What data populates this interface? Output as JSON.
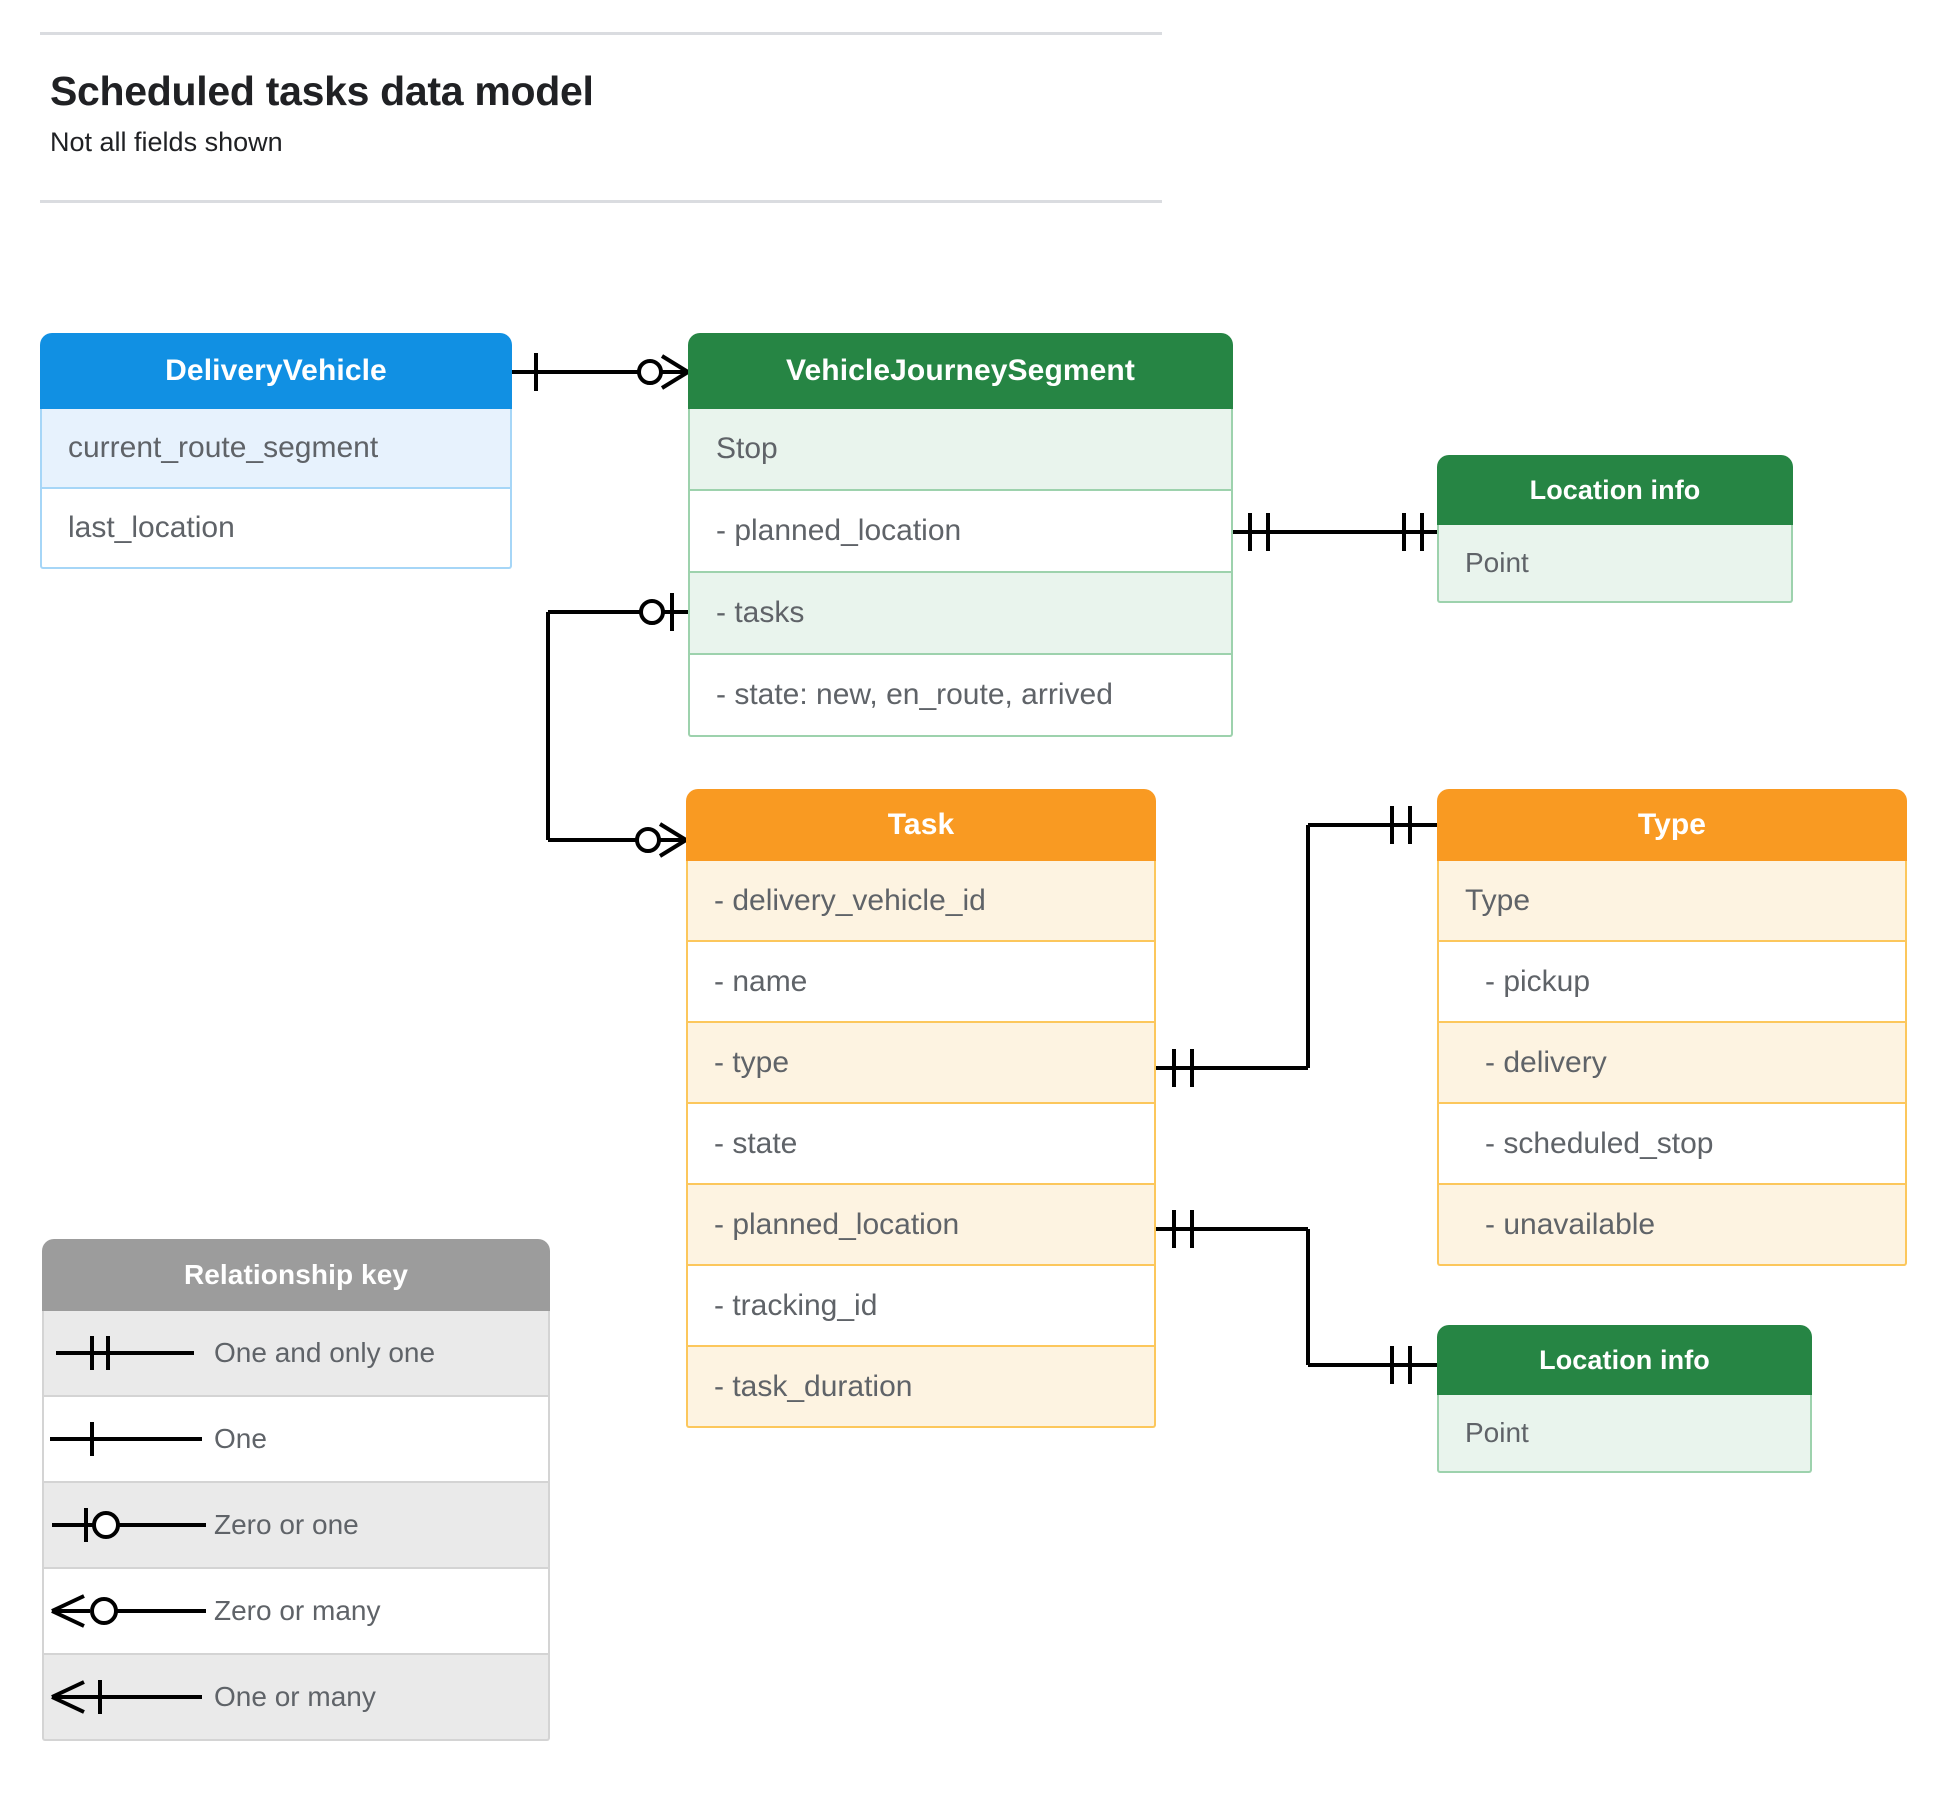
{
  "header": {
    "title": "Scheduled tasks data model",
    "subtitle": "Not all fields shown"
  },
  "entities": {
    "delivery_vehicle": {
      "title": "DeliveryVehicle",
      "color": "#1190e3",
      "rows": [
        "current_route_segment",
        "last_location"
      ]
    },
    "vehicle_journey_segment": {
      "title": "VehicleJourneySegment",
      "color": "#268544",
      "rows": [
        "Stop",
        "-  planned_location",
        "- tasks",
        "- state: new, en_route, arrived"
      ]
    },
    "location_info_top": {
      "title": "Location info",
      "color": "#268544",
      "rows": [
        "Point"
      ]
    },
    "task": {
      "title": "Task",
      "color": "#f99a22",
      "rows": [
        "- delivery_vehicle_id",
        "- name",
        "- type",
        "- state",
        "- planned_location",
        "- tracking_id",
        "- task_duration"
      ]
    },
    "type": {
      "title": "Type",
      "color": "#f99a22",
      "rows": [
        "Type",
        "-   pickup",
        "-   delivery",
        "-   scheduled_stop",
        "-   unavailable"
      ]
    },
    "location_info_bottom": {
      "title": "Location info",
      "color": "#268544",
      "rows": [
        "Point"
      ]
    }
  },
  "legend": {
    "title": "Relationship key",
    "items": [
      {
        "symbol": "one-and-only-one",
        "label": "One and only one"
      },
      {
        "symbol": "one",
        "label": "One"
      },
      {
        "symbol": "zero-or-one",
        "label": "Zero or one"
      },
      {
        "symbol": "zero-or-many",
        "label": "Zero or many"
      },
      {
        "symbol": "one-or-many",
        "label": "One or many"
      }
    ]
  },
  "relationships": [
    {
      "from": "delivery_vehicle",
      "to": "vehicle_journey_segment",
      "from_symbol": "one",
      "to_symbol": "zero-or-many"
    },
    {
      "from": "vehicle_journey_segment.tasks",
      "to": "task",
      "from_symbol": "zero-or-one",
      "to_symbol": "zero-or-many"
    },
    {
      "from": "vehicle_journey_segment.planned_location",
      "to": "location_info_top",
      "from_symbol": "one-and-only-one",
      "to_symbol": "one-and-only-one"
    },
    {
      "from": "task.type",
      "to": "type",
      "from_symbol": "one-and-only-one",
      "to_symbol": "one-and-only-one"
    },
    {
      "from": "task.planned_location",
      "to": "location_info_bottom",
      "from_symbol": "one-and-only-one",
      "to_symbol": "one-and-only-one"
    }
  ],
  "colors": {
    "line": "#000000",
    "rule": "#dadce0",
    "text": "#5f6368",
    "title": "#202124"
  }
}
